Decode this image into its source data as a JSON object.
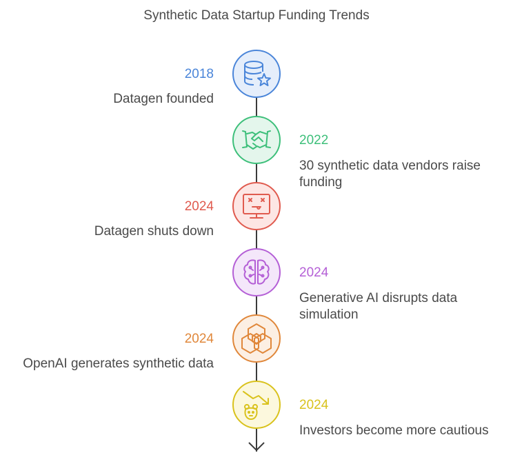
{
  "title": "Synthetic Data Startup Funding Trends",
  "events": [
    {
      "year": "2018",
      "text": "Datagen founded",
      "color": "#4a85d9",
      "fill": "#e5eefb",
      "icon": "database-star-icon"
    },
    {
      "year": "2022",
      "text": "30 synthetic data vendors raise funding",
      "color": "#3dbf7a",
      "fill": "#e4f6ec",
      "icon": "handshake-icon"
    },
    {
      "year": "2024",
      "text": "Datagen shuts down",
      "color": "#e05a4e",
      "fill": "#fde6e4",
      "icon": "broken-monitor-icon"
    },
    {
      "year": "2024",
      "text": "Generative AI disrupts data simulation",
      "color": "#b45fd6",
      "fill": "#f4e7fa",
      "icon": "brain-circuit-icon"
    },
    {
      "year": "2024",
      "text": "OpenAI generates synthetic data",
      "color": "#e0873a",
      "fill": "#fcefe3",
      "icon": "openai-logo-icon"
    },
    {
      "year": "2024",
      "text": "Investors become more cautious",
      "color": "#d9c21c",
      "fill": "#fcf8dd",
      "icon": "bear-market-icon"
    }
  ]
}
